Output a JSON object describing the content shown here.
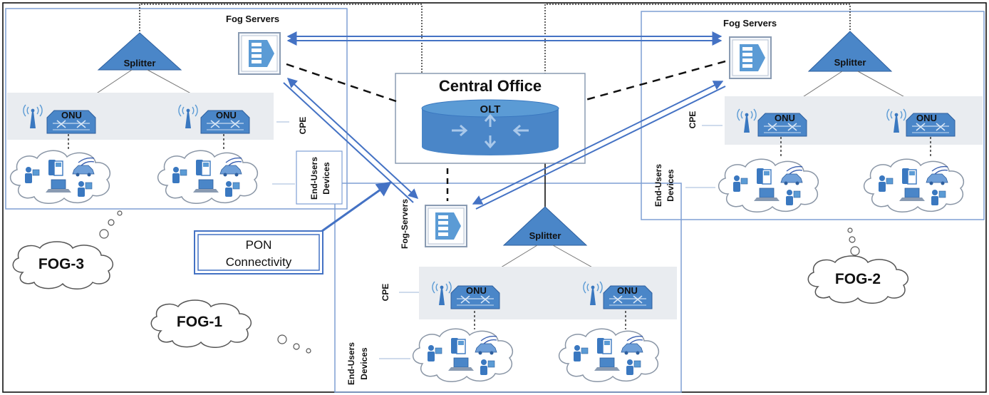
{
  "colors": {
    "blue": "#4a86c8",
    "icon_blue": "#5b9bd5",
    "frame": "#7f9fd4",
    "band": "#e9ecf0",
    "arrow": "#4472c4",
    "black": "#000000"
  },
  "central_office": {
    "title": "Central Office",
    "olt": "OLT"
  },
  "fog3": {
    "fog_servers": "Fog Servers",
    "splitter": "Splitter",
    "onu_left": "ONU",
    "onu_right": "ONU",
    "cpe": "CPE",
    "end_users_line1": "End-Users",
    "end_users_line2": "Devices",
    "cloud": "FOG-3"
  },
  "fog2": {
    "fog_servers": "Fog Servers",
    "splitter": "Splitter",
    "onu_left": "ONU",
    "onu_right": "ONU",
    "cpe": "CPE",
    "end_users_line1": "End-Users",
    "end_users_line2": "Devices",
    "cloud": "FOG-2"
  },
  "fog1": {
    "fog_servers": "Fog-Servers",
    "splitter": "Splitter",
    "onu_left": "ONU",
    "onu_right": "ONU",
    "cpe": "CPE",
    "end_users_line1": "End-Users",
    "end_users_line2": "Devices",
    "cloud": "FOG-1"
  },
  "pon": {
    "line1": "PON",
    "line2": "Connectivity"
  },
  "icons": [
    "server-icon",
    "splitter-icon",
    "onu-icon",
    "antenna-icon",
    "cloud-icon",
    "person-icon",
    "phone-icon",
    "laptop-icon",
    "car-icon",
    "database-icon"
  ]
}
